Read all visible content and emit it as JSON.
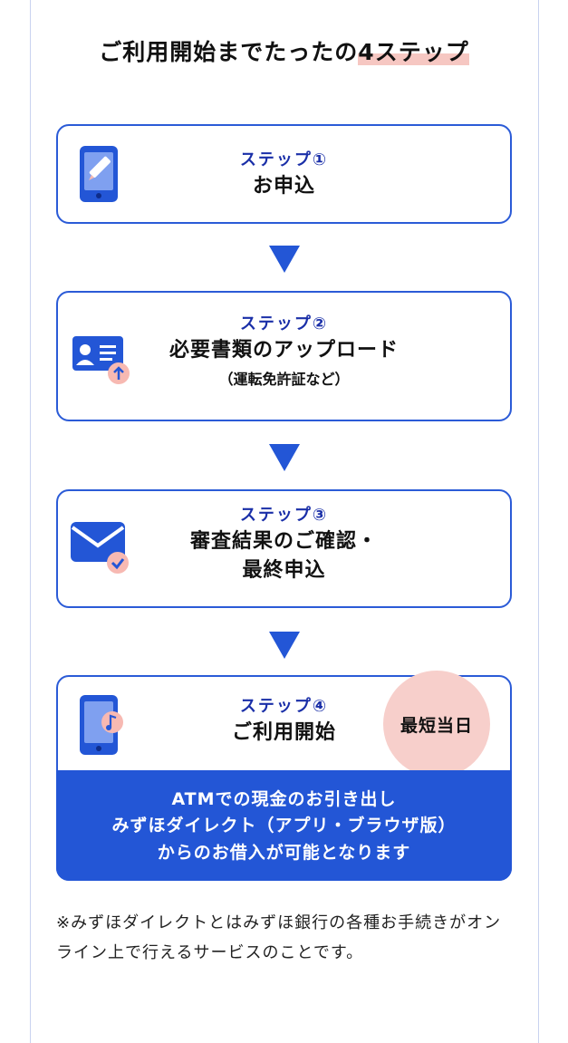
{
  "title": {
    "prefix": "ご利用開始までたったの",
    "highlight": "4ステップ"
  },
  "steps": [
    {
      "label": "ステップ①",
      "main": "お申込"
    },
    {
      "label": "ステップ②",
      "main": "必要書類のアップロード",
      "sub": "（運転免許証など）"
    },
    {
      "label": "ステップ③",
      "main_line1": "審査結果のご確認・",
      "main_line2": "最終申込"
    },
    {
      "label": "ステップ④",
      "main": "ご利用開始",
      "badge": "最短当日",
      "info_lines": [
        "ATMでの現金のお引き出し",
        "みずほダイレクト（アプリ・ブラウザ版）",
        "からのお借入が可能となります"
      ]
    }
  ],
  "note": "※みずほダイレクトとはみずほ銀行の各種お手続きがオンライン上で行えるサービスのことです。",
  "colors": {
    "primary": "#2356d6",
    "label": "#1a2fa8",
    "pink": "#f7cfcb",
    "highlight": "#f6c7c2"
  }
}
